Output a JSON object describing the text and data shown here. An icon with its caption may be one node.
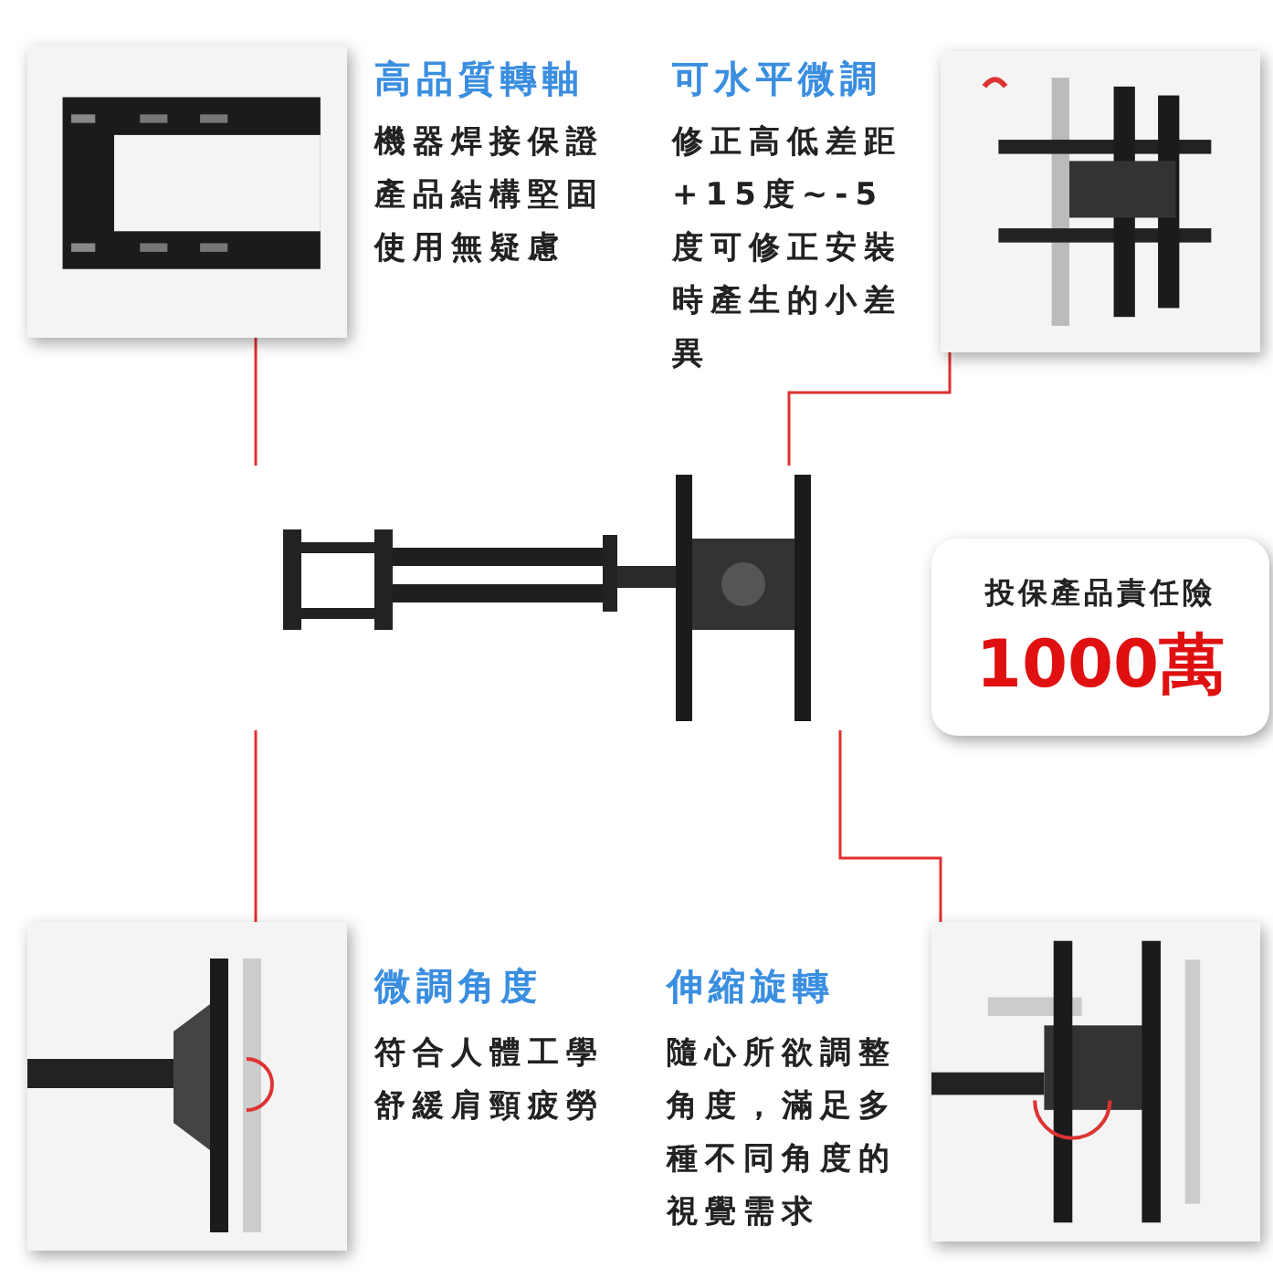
{
  "diagram": {
    "nodes": [
      {
        "text": [],
        "shape": "picture",
        "beside": [
          "高品質轉軸",
          "機器焊接保證產品結構堅固使用無疑慮"
        ]
      },
      {
        "text": [],
        "shape": "picture",
        "beside": [
          "可水平微調",
          "修正高低差距+15度~-5度可修正安裝時產生的小差異"
        ]
      },
      {
        "text": [],
        "shape": "picture"
      },
      {
        "text": [],
        "shape": "picture",
        "beside": [
          "微調角度",
          "符合人體工學舒緩肩頸疲勞"
        ]
      },
      {
        "text": [],
        "shape": "picture",
        "beside": [
          "伸縮旋轉",
          "隨心所欲調整角度，滿足多種不同角度的視覺需求"
        ]
      },
      {
        "text": [
          "投保產品責任險",
          "1000萬"
        ]
      }
    ],
    "edges": [
      {
        "from": 0,
        "to": 2,
        "arrow": "none"
      },
      {
        "from": 1,
        "to": 2,
        "arrow": "none"
      },
      {
        "from": 3,
        "to": 2,
        "arrow": "none"
      },
      {
        "from": 4,
        "to": 2,
        "arrow": "none"
      }
    ]
  }
}
